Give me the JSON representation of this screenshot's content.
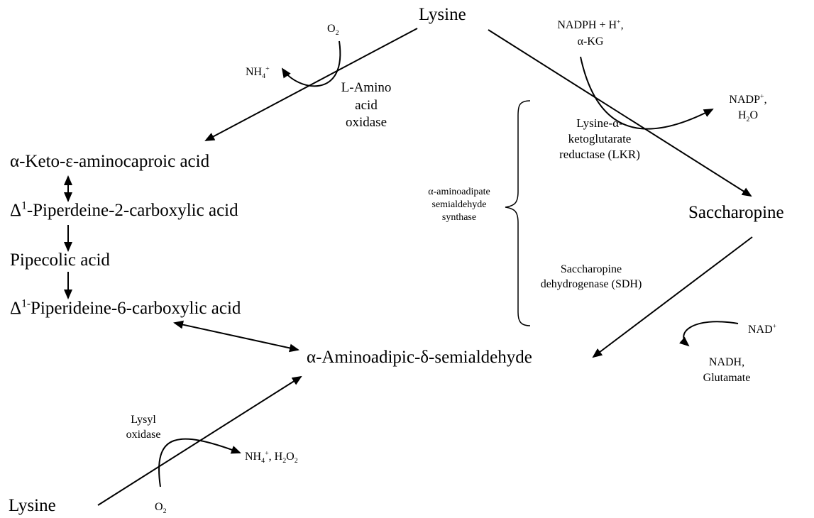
{
  "compounds": {
    "lysine_top": "Lysine",
    "keto_acid": "α-Keto-ε-aminocaproic acid",
    "piperdeine_prefix": "Δ",
    "piperdeine_sup": "1",
    "piperdeine_rest": "-Piperdeine-2-carboxylic acid",
    "pipecolic": "Pipecolic acid",
    "piperideine_prefix": "Δ",
    "piperideine_sup": "1-",
    "piperideine_rest": "Piperideine-6-carboxylic acid",
    "aasa": "α-Aminoadipic-δ-semialdehyde",
    "saccharopine": "Saccharopine",
    "lysine_bottom": "Lysine"
  },
  "enzymes": {
    "laao": [
      "L-Amino",
      "acid",
      "oxidase"
    ],
    "lkr": [
      "Lysine-α-",
      "ketoglutarate",
      "reductase (LKR)"
    ],
    "sdh": [
      "Saccharopine",
      "dehydrogenase (SDH)"
    ],
    "aass": [
      "α-aminoadipate",
      "semialdehyde",
      "synthase"
    ],
    "lysyl": [
      "Lysyl",
      "oxidase"
    ]
  },
  "cofactors": {
    "o2_top": {
      "base": "O",
      "sub": "2"
    },
    "nh4_top": {
      "base": "NH",
      "sub": "4",
      "sup": "+"
    },
    "nadph": {
      "a": "NADPH + H",
      "sup": "+",
      "b": ","
    },
    "akg": "α-KG",
    "nadp": {
      "base": "NADP",
      "sup": "+",
      "tail": ","
    },
    "h2o": {
      "a": "H",
      "sub": "2",
      "b": "O"
    },
    "nad": {
      "base": "NAD",
      "sup": "+"
    },
    "nadh": "NADH,",
    "glutamate": "Glutamate",
    "nh4_h2o2": {
      "a": "NH",
      "sub1": "4",
      "sup": "+",
      "b": ", H",
      "sub2": "2",
      "c": "O",
      "sub3": "2"
    },
    "o2_bottom": {
      "base": "O",
      "sub": "2"
    }
  }
}
